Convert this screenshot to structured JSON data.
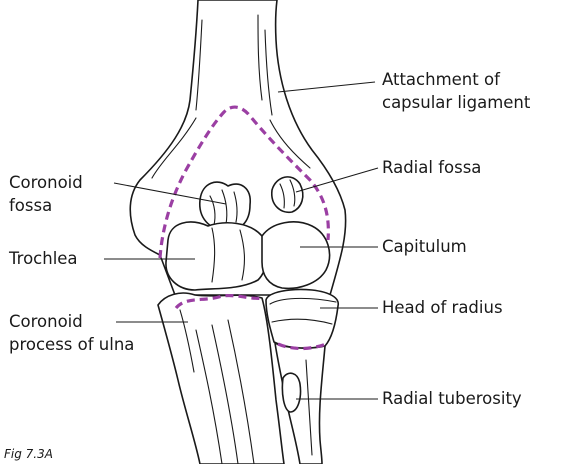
{
  "labels": {
    "attachment": [
      "Attachment of",
      "capsular ligament"
    ],
    "radial_fossa": "Radial fossa",
    "coronoid_fossa": [
      "Coronoid",
      "fossa"
    ],
    "trochlea": "Trochlea",
    "capitulum": "Capitulum",
    "head_of_radius": "Head of radius",
    "coronoid_process": [
      "Coronoid",
      "process of ulna"
    ],
    "radial_tuberosity": "Radial tuberosity"
  },
  "figure_number": "Fig 7.3A",
  "colors": {
    "capsular_line": "#9b3fa3",
    "ink": "#1a1a1a",
    "background": "#ffffff"
  }
}
